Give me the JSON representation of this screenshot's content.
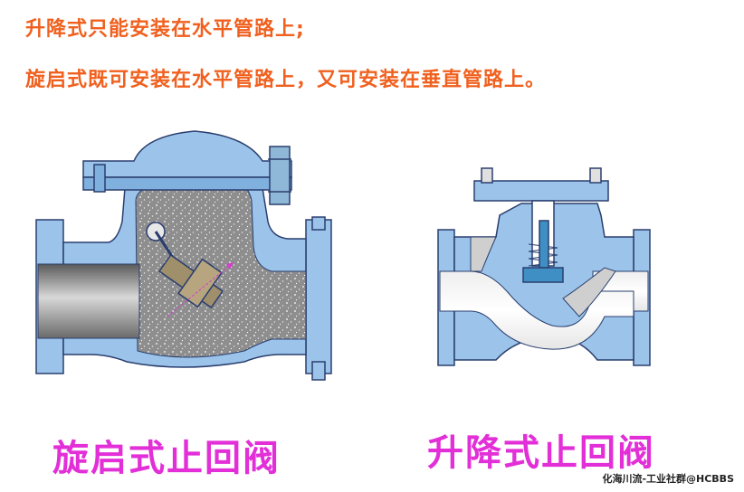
{
  "text": {
    "line1": "升降式只能安装在水平管路上;",
    "line2": "旋启式既可安装在水平管路上，又可安装在垂直管路上。"
  },
  "captions": {
    "swing": "旋启式止回阀",
    "lift": "升降式止回阀"
  },
  "watermark": "化海川流-工业社群@HCBBS",
  "colors": {
    "note_text": "#f0601e",
    "caption_text": "#e22fd8",
    "valve_body": "#9cc4ea",
    "valve_outline": "#2a3e6e",
    "flow_fill": "#9a9a9a",
    "disc": "#a08f6b",
    "stem": "#3f8fc4"
  }
}
